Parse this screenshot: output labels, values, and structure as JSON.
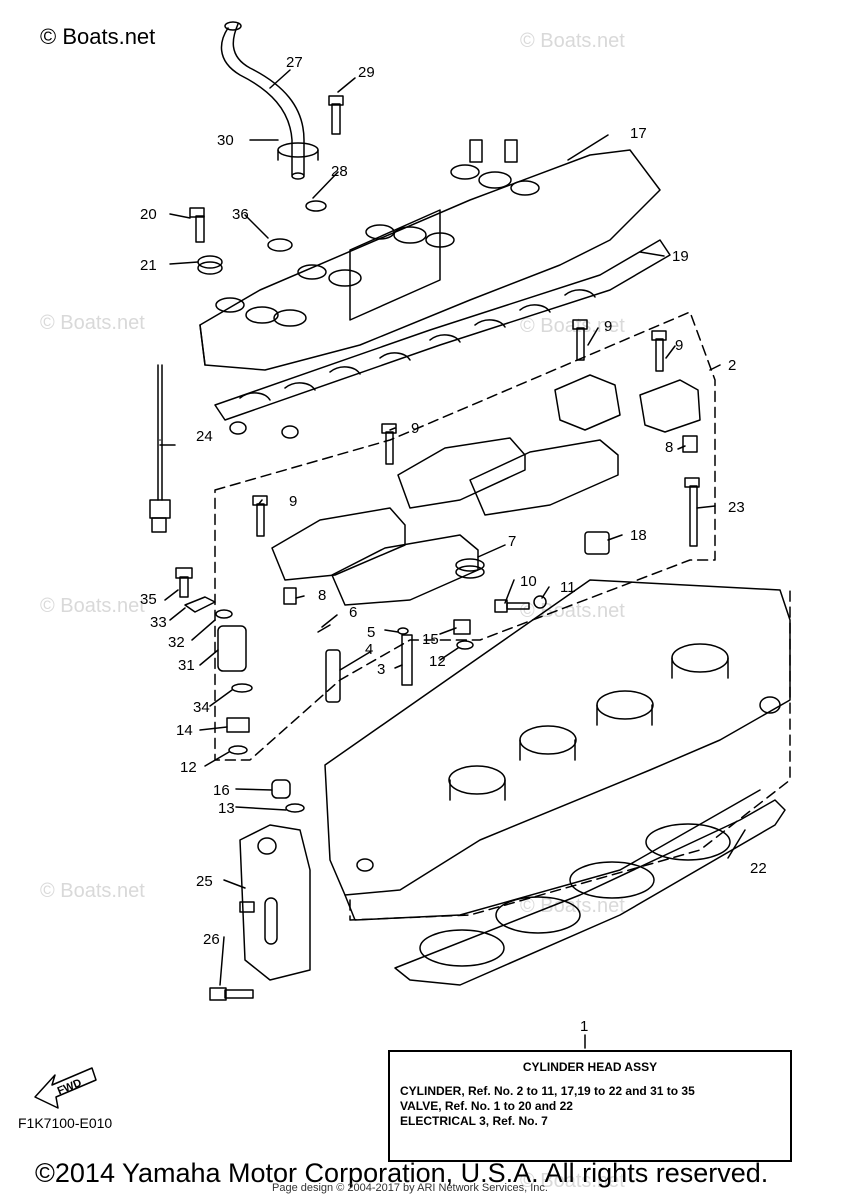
{
  "brand": "© Boats.net",
  "watermark": "© Boats.net",
  "callouts": [
    "1",
    "2",
    "3",
    "4",
    "5",
    "6",
    "7",
    "8",
    "8",
    "9",
    "9",
    "9",
    "9",
    "10",
    "11",
    "12",
    "12",
    "13",
    "14",
    "15",
    "16",
    "17",
    "18",
    "19",
    "20",
    "21",
    "22",
    "23",
    "24",
    "25",
    "26",
    "27",
    "28",
    "29",
    "30",
    "31",
    "32",
    "33",
    "34",
    "35",
    "36"
  ],
  "legend": {
    "title": "CYLINDER HEAD ASSY",
    "lines": [
      "CYLINDER, Ref. No. 2 to 11, 17,19 to 22 and 31 to 35",
      "VALVE, Ref. No. 1 to 20 and 22",
      "ELECTRICAL 3,  Ref. No. 7"
    ]
  },
  "fwd_label": "FWD",
  "figure_code": "F1K7100-E010",
  "copyright": "©2014 Yamaha Motor Corporation, U.S.A. All rights reserved.",
  "page_credit": "Page design © 2004-2017 by ARI Network Services, Inc."
}
